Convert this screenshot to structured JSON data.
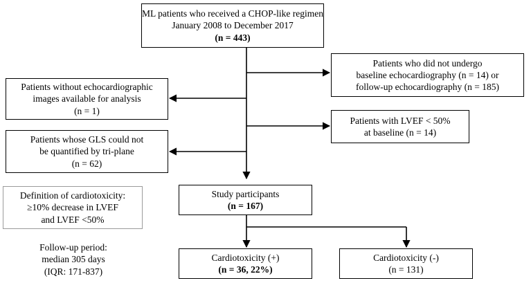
{
  "top_box": {
    "line1": "ML patients who received a CHOP-like regimen",
    "line2": "January 2008 to December 2017",
    "line3": "(n = 443)"
  },
  "excl_no_baseline": {
    "line1": "Patients who did not undergo",
    "line2": "baseline echocardiography (n = 14) or",
    "line3": "follow-up echocardiography (n = 185)"
  },
  "excl_no_images": {
    "line1": "Patients without echocardiographic",
    "line2": "images available  for analysis",
    "line3": "(n = 1)"
  },
  "excl_lvef": {
    "line1": "Patients with LVEF < 50%",
    "line2": "at baseline (n = 14)"
  },
  "excl_gls": {
    "line1": "Patients whose GLS could not",
    "line2": "be quantified  by tri-plane",
    "line3": "(n = 62)"
  },
  "definition": {
    "line1": "Definition  of cardiotoxicity:",
    "line2": "≥10% decrease in LVEF",
    "line3": "and LVEF <50%"
  },
  "study": {
    "line1": "Study participants",
    "line2": "(n = 167)"
  },
  "followup": {
    "line1": "Follow-up period:",
    "line2": "median 305 days",
    "line3": "(IQR: 171-837)"
  },
  "cardio_pos": {
    "line1": "Cardiotoxicity (+)",
    "line2": "(n = 36, 22%)"
  },
  "cardio_neg": {
    "line1": "Cardiotoxicity (-)",
    "line2": "(n = 131)"
  }
}
